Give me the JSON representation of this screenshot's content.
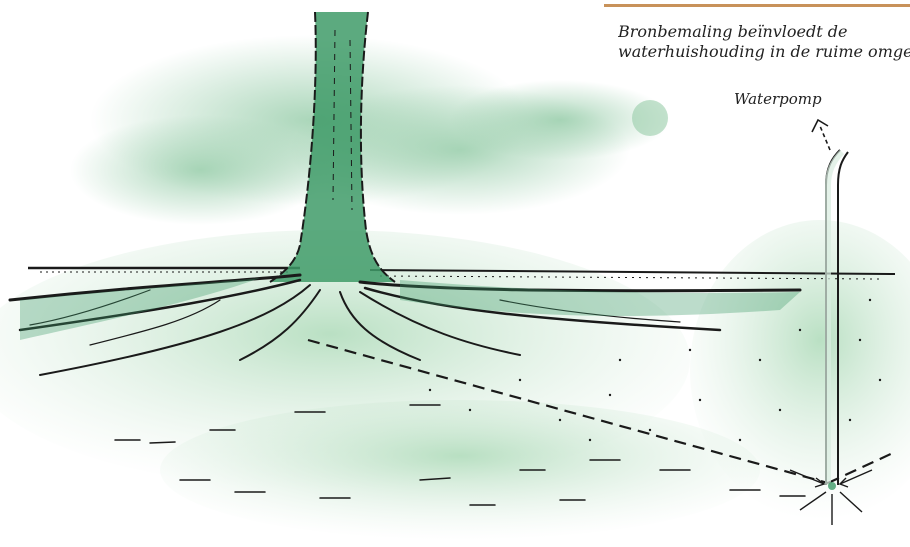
{
  "caption": {
    "line1": "Bronbemaling beïnvloedt de",
    "line2": "waterhuishouding in de ruime omgeving"
  },
  "labels": {
    "pump": "Waterpomp"
  },
  "colors": {
    "caption_rule": "#c8925a",
    "foliage": "#8fc9a3",
    "trunk": "#3f9b69",
    "ground": "#d7ecdc",
    "ink": "#1a1a1a"
  }
}
